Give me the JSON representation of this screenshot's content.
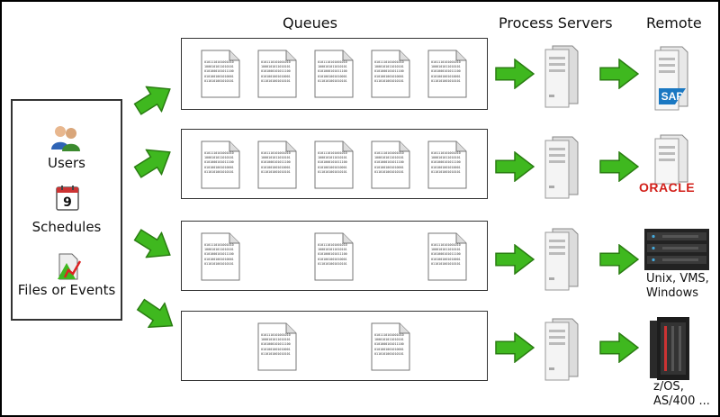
{
  "headers": {
    "queues": "Queues",
    "process_servers": "Process Servers",
    "remote": "Remote"
  },
  "sources": [
    {
      "label": "Users",
      "icon": "users-icon"
    },
    {
      "label": "Schedules",
      "icon": "calendar-icon",
      "icon_text": "9"
    },
    {
      "label": "Files or Events",
      "icon": "file-event-icon"
    }
  ],
  "doc_lines": [
    "0101110101001010",
    "1000101011010101",
    "0101000101011100",
    "0101001001010001",
    "0110101001010101"
  ],
  "remotes": [
    {
      "label": "",
      "logo": "SAP"
    },
    {
      "label": "",
      "logo": "ORACLE"
    },
    {
      "label": "Unix, VMS,\nWindows",
      "logo": ""
    },
    {
      "label": "z/OS,\nAS/400 ...",
      "logo": ""
    }
  ],
  "colors": {
    "arrow_green": "#3fb81f",
    "arrow_dark": "#2a7d12",
    "sap_blue": "#1a78c2",
    "oracle_red": "#d2201a"
  }
}
